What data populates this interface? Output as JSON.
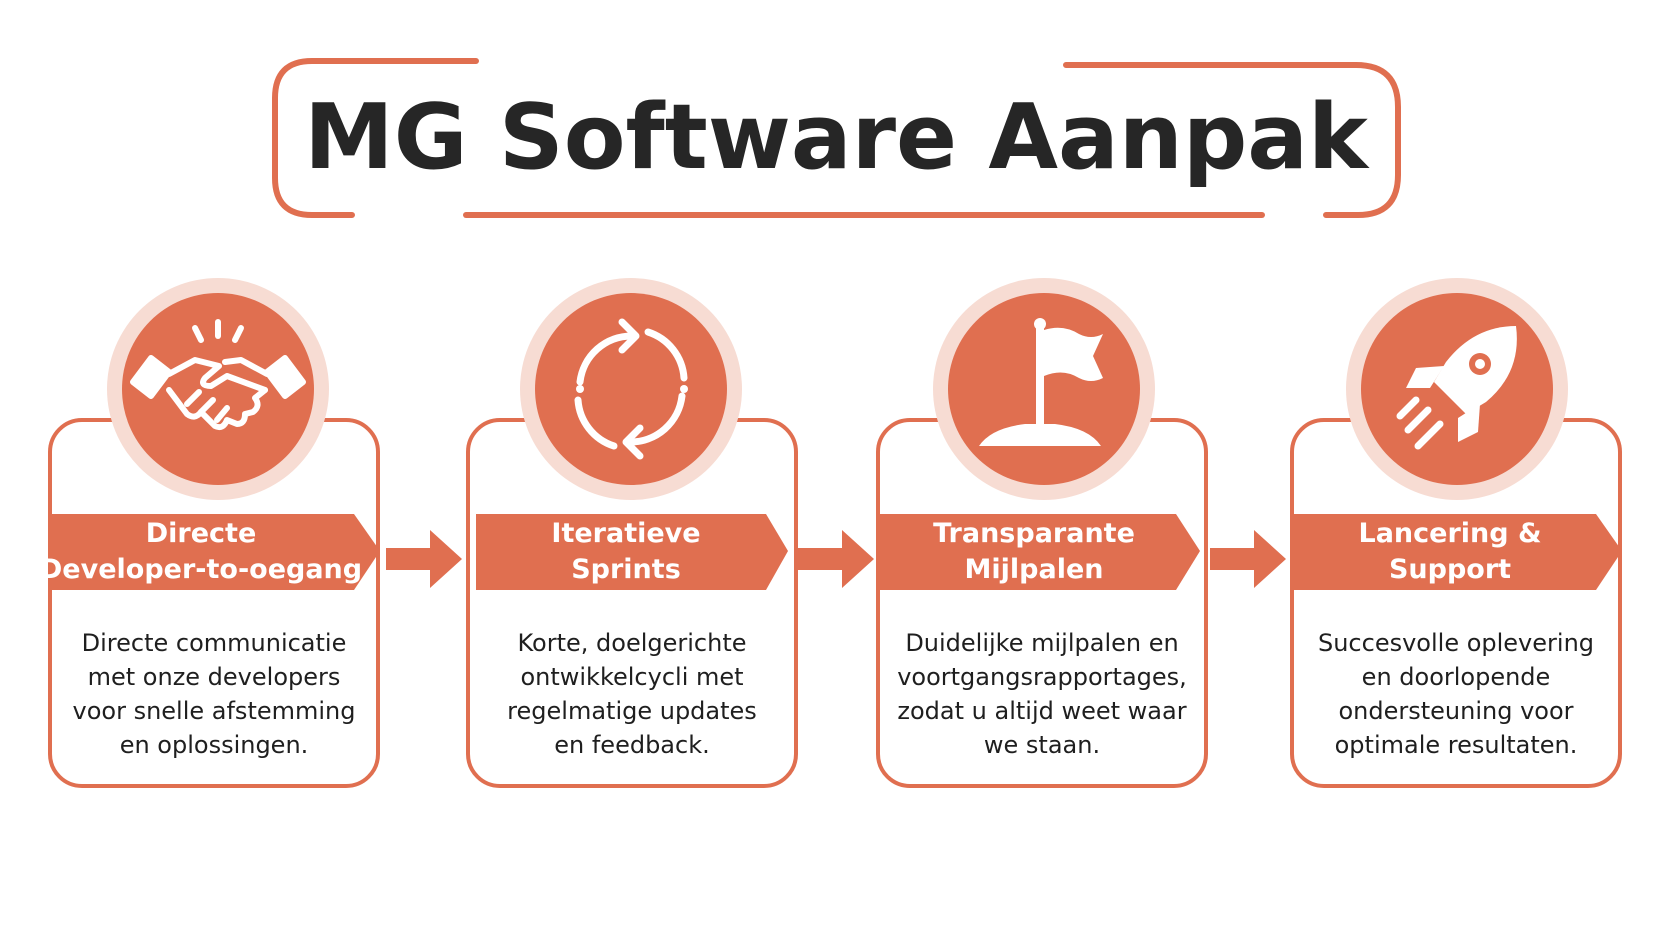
{
  "title": "MG Software Aanpak",
  "colors": {
    "accent": "#e06f50",
    "accent_light": "#f7dcd3",
    "title_text": "#262626",
    "body_text": "#1f1f1f"
  },
  "steps": [
    {
      "icon": "handshake-icon",
      "heading_lines": [
        "Directe",
        "Developer-to-oegang"
      ],
      "description_lines": [
        "Directe communicatie",
        "met onze developers",
        "voor snelle afstemming",
        "en oplossingen."
      ]
    },
    {
      "icon": "cycle-arrows-icon",
      "heading_lines": [
        "Iteratieve",
        "Sprints"
      ],
      "description_lines": [
        "Korte, doelgerichte",
        "ontwikkelcycli met",
        "regelmatige updates",
        "en feedback."
      ]
    },
    {
      "icon": "flag-icon",
      "heading_lines": [
        "Transparante",
        "Mijlpalen"
      ],
      "description_lines": [
        "Duidelijke mijlpalen en",
        "voortgangsrapportages,",
        "zodat u altijd weet waar",
        "we staan."
      ]
    },
    {
      "icon": "rocket-icon",
      "heading_lines": [
        "Lancering &",
        "Support"
      ],
      "description_lines": [
        "Succesvolle oplevering",
        "en doorlopende",
        "ondersteuning voor",
        "optimale resultaten."
      ]
    }
  ]
}
